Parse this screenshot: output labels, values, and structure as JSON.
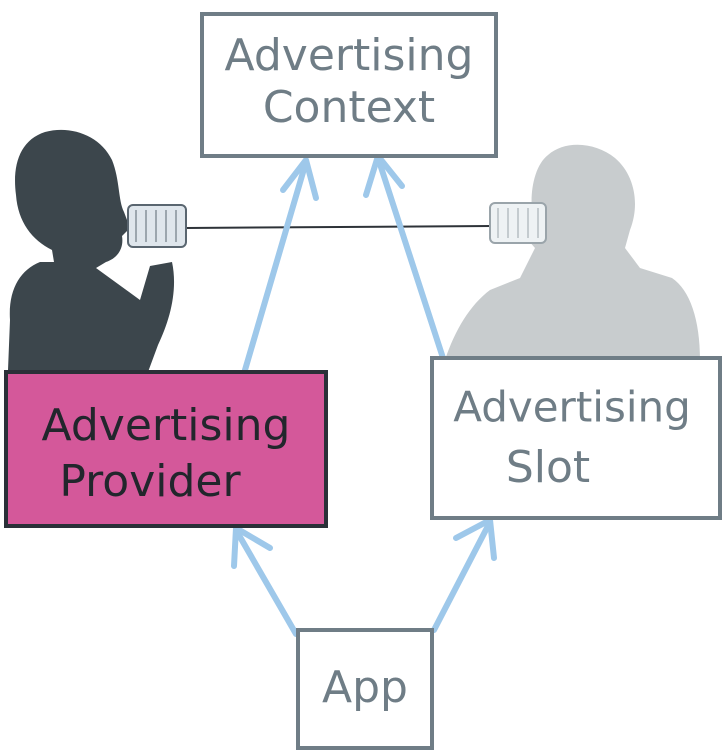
{
  "nodes": {
    "context": {
      "line1": "Advertising",
      "line2": "Context"
    },
    "provider": {
      "line1": "Advertising",
      "line2": "Provider"
    },
    "slot": {
      "line1": "Advertising",
      "line2": "Slot"
    },
    "app": {
      "label": "App"
    }
  },
  "colors": {
    "box_outline": "#6f7d86",
    "box_text": "#6f7d86",
    "provider_fill": "#d4589a",
    "provider_outline": "#2a3038",
    "provider_text": "#22262c",
    "arrow": "#9ec8ea",
    "silhouette_dark": "#3c464c",
    "silhouette_light": "#c8ccce",
    "string": "#2e3338",
    "can": "#dfe6ec"
  }
}
